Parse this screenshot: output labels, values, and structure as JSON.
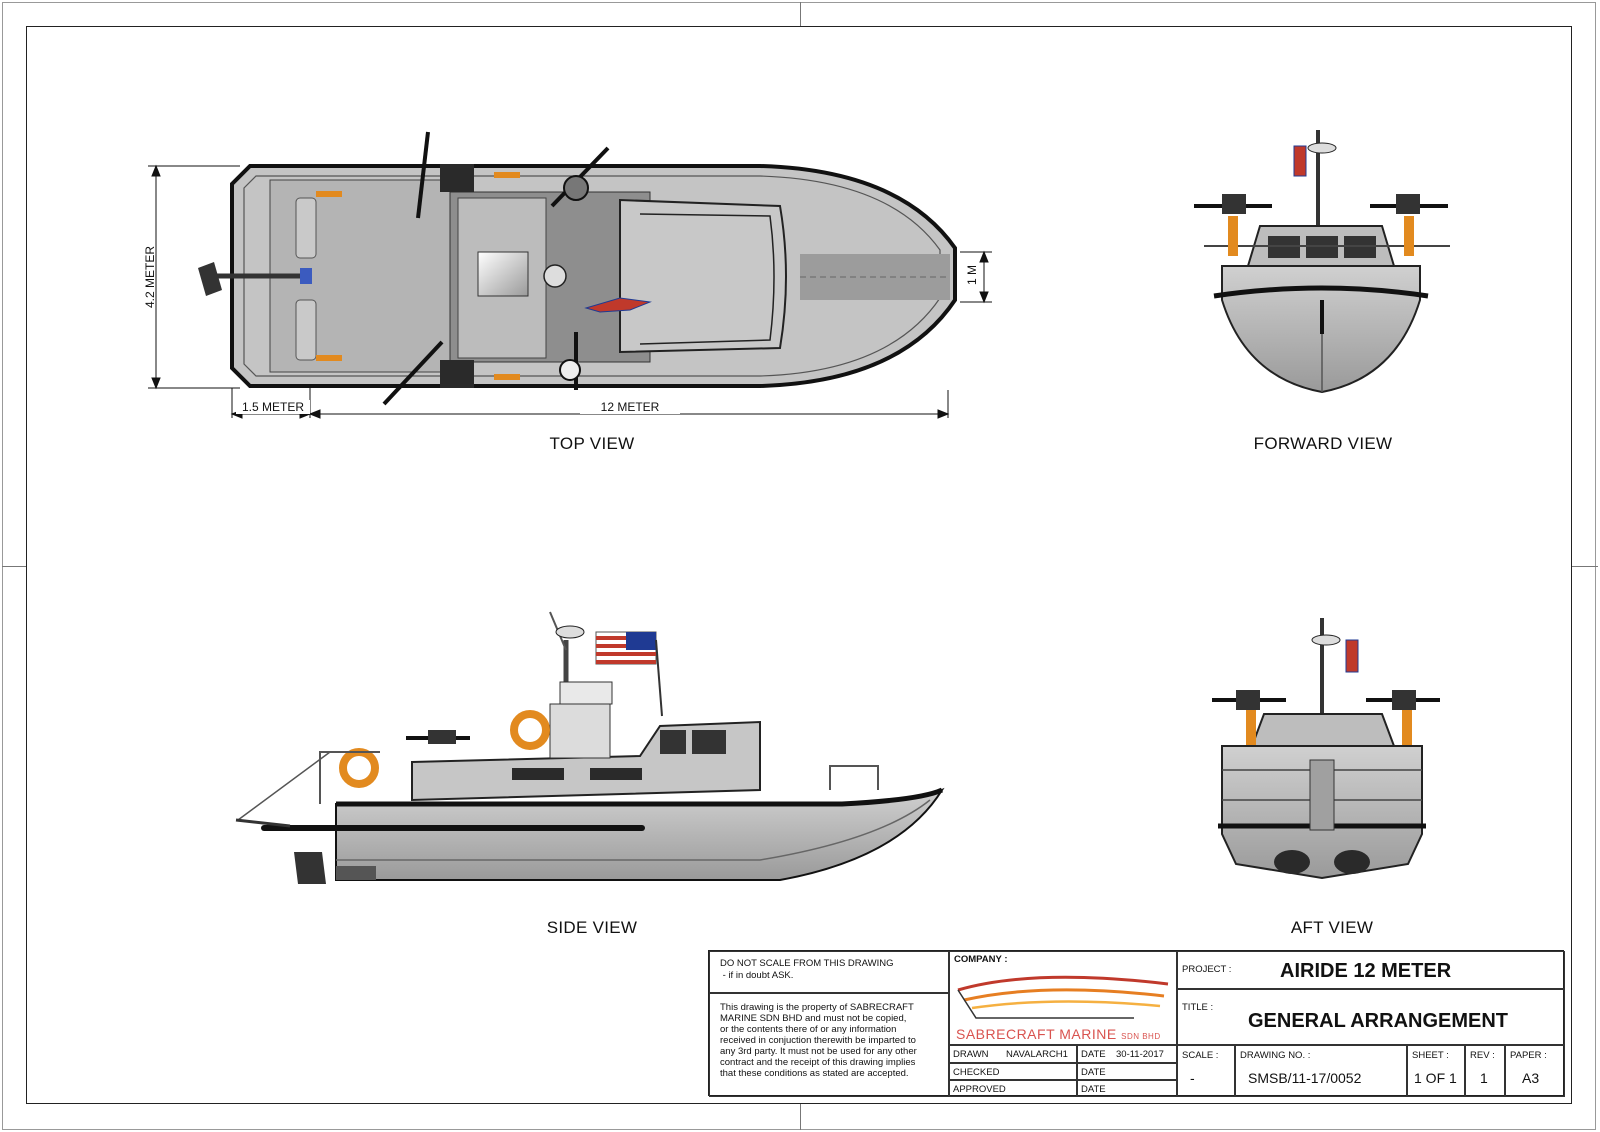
{
  "views": {
    "top": "TOP VIEW",
    "forward": "FORWARD VIEW",
    "side": "SIDE VIEW",
    "aft": "AFT VIEW"
  },
  "dimensions": {
    "beam": "4.2 METER",
    "platform": "1.5 METER",
    "length": "12 METER",
    "bow": "1 M"
  },
  "notes": {
    "do_not_scale_1": "DO NOT SCALE FROM THIS DRAWING",
    "do_not_scale_2": " - if in doubt ASK.",
    "property_lines": [
      "This drawing is the property of SABRECRAFT",
      "MARINE SDN BHD and must not be copied,",
      "or the contents there of or any information",
      "received in conjuction therewith be imparted to",
      "any 3rd party. It must not be used for any other",
      "contract and the receipt of this drawing implies",
      "that these conditions as stated are accepted."
    ]
  },
  "company": {
    "label": "COMPANY :",
    "name": "SABRECRAFT MARINE",
    "suffix": "SDN BHD",
    "logo_colors": [
      "#c0392b",
      "#e67e22",
      "#f5b041"
    ]
  },
  "approvals": {
    "drawn_label": "DRAWN",
    "drawn_by": "NAVALARCH1",
    "date_label": "DATE",
    "drawn_date": "30-11-2017",
    "checked_label": "CHECKED",
    "approved_label": "APPROVED"
  },
  "project": {
    "label": "PROJECT :",
    "value": "AIRIDE 12 METER"
  },
  "title": {
    "label": "TITLE :",
    "value": "GENERAL ARRANGEMENT"
  },
  "meta": {
    "scale_label": "SCALE :",
    "scale_value": "-",
    "drawing_no_label": "DRAWING NO. :",
    "drawing_no": "SMSB/11-17/0052",
    "sheet_label": "SHEET :",
    "sheet_value": "1 OF 1",
    "rev_label": "REV :",
    "rev_value": "1",
    "paper_label": "PAPER :",
    "paper_value": "A3"
  },
  "colors": {
    "hull": "#b9b9b9",
    "deck": "#c8c8c8",
    "dark": "#1a1a1a",
    "accent": "#e28a1f"
  }
}
